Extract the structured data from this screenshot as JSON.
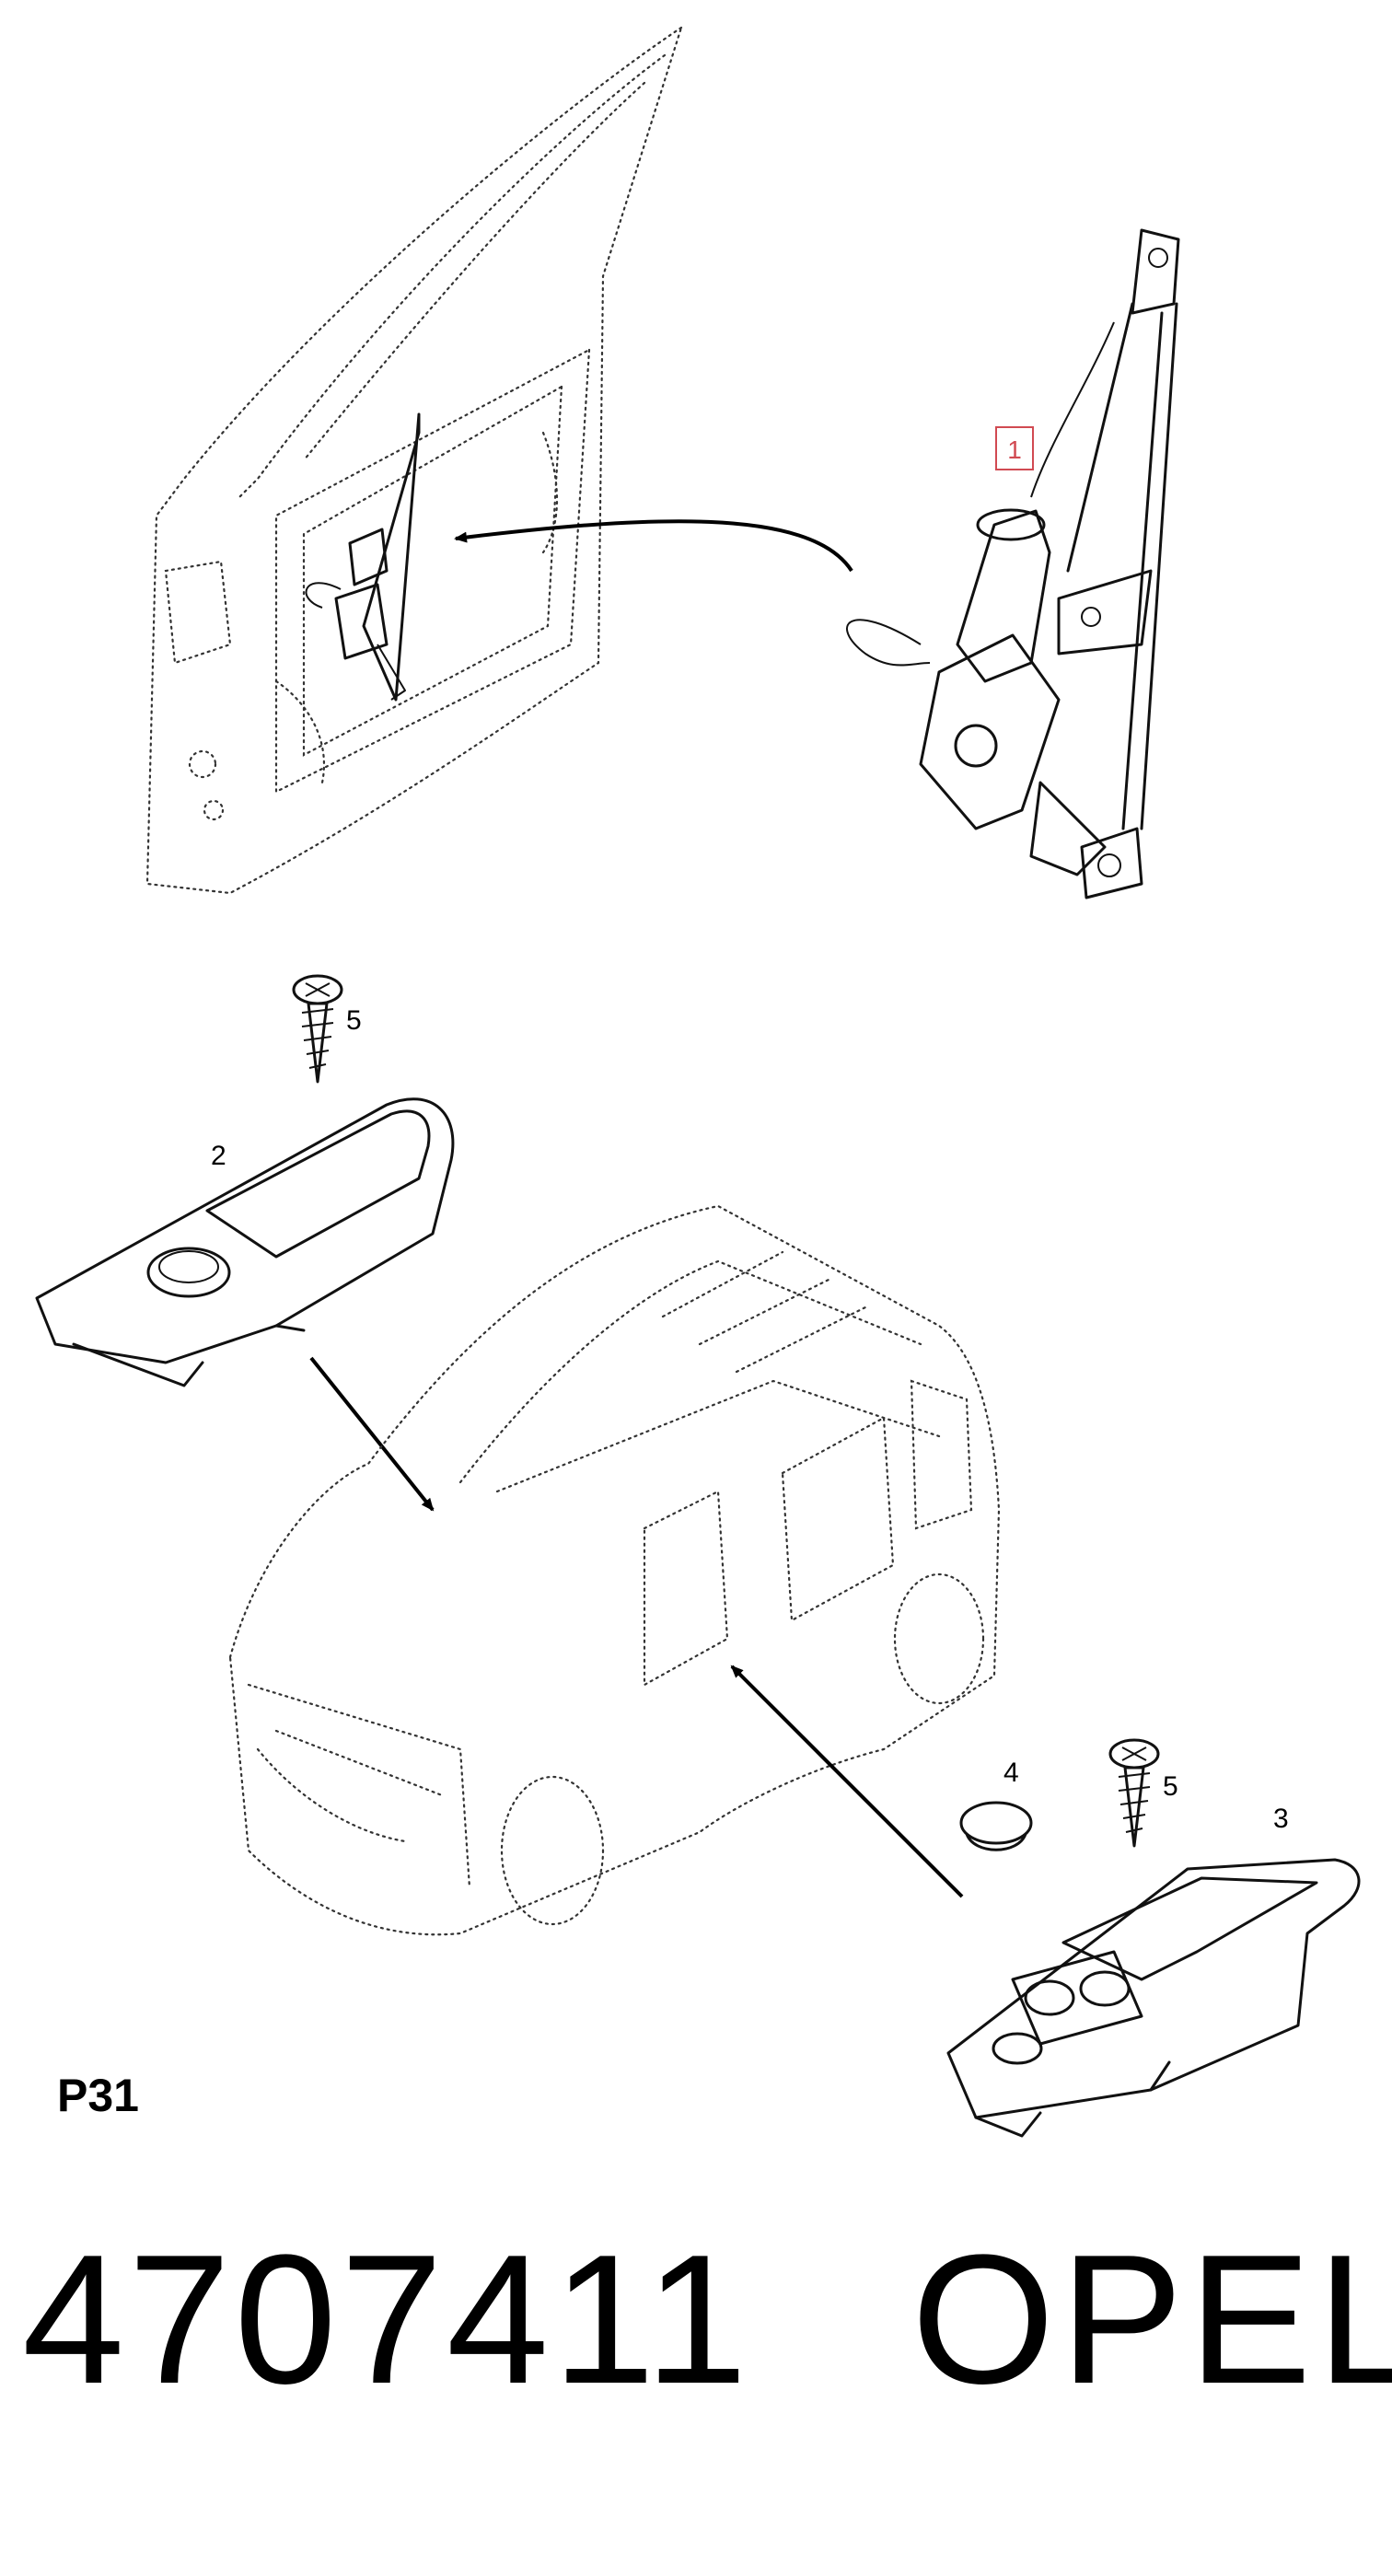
{
  "callouts": {
    "regulator": "1",
    "switch_left": "2",
    "switch_right": "3",
    "plug": "4",
    "screw_top": "5",
    "screw_bottom": "5"
  },
  "page_code": "P31",
  "part_number": "4707411",
  "brand": "OPEL",
  "colors": {
    "callout_box": "#d14a52",
    "line": "#111111"
  }
}
